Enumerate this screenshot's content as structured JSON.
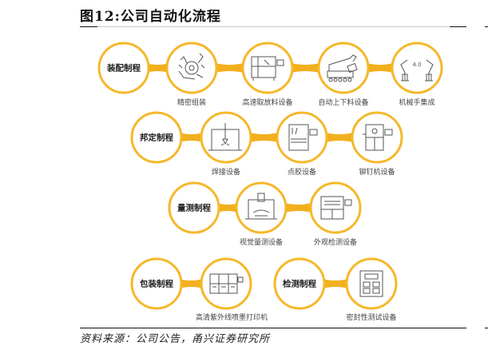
{
  "figure": {
    "title": "图12:公司自动化流程",
    "source": "资料来源：公司公告，甬兴证券研究所"
  },
  "colors": {
    "accent": "#F2B01E",
    "ring": "#F5B82A",
    "text": "#222222",
    "label": "#444444"
  },
  "rows": [
    {
      "process": "装配制程",
      "items": [
        {
          "label": "精密组装",
          "icon": "robot-gear-assembly-icon"
        },
        {
          "label": "高速取放料设备",
          "icon": "pick-place-machine-icon"
        },
        {
          "label": "自动上下料设备",
          "icon": "conveyor-loader-icon"
        },
        {
          "label": "机械手集成",
          "icon": "robot-arms-4-0-icon"
        }
      ]
    },
    {
      "process": "邦定制程",
      "items": [
        {
          "label": "焊接设备",
          "icon": "welding-machine-icon"
        },
        {
          "label": "点胶设备",
          "icon": "dispensing-machine-icon"
        },
        {
          "label": "铆钉机设备",
          "icon": "riveting-machine-icon"
        }
      ]
    },
    {
      "process": "量测制程",
      "items": [
        {
          "label": "视觉量测设备",
          "icon": "vision-measuring-icon"
        },
        {
          "label": "外观检测设备",
          "icon": "appearance-inspection-icon"
        }
      ]
    },
    {
      "process": "包装制程",
      "items": [
        {
          "label": "高清紫外线喷墨打印机",
          "icon": "uv-inkjet-printer-icon"
        }
      ]
    },
    {
      "process": "检测制程",
      "items": [
        {
          "label": "密封性测试设备",
          "icon": "seal-tester-icon"
        }
      ]
    }
  ]
}
